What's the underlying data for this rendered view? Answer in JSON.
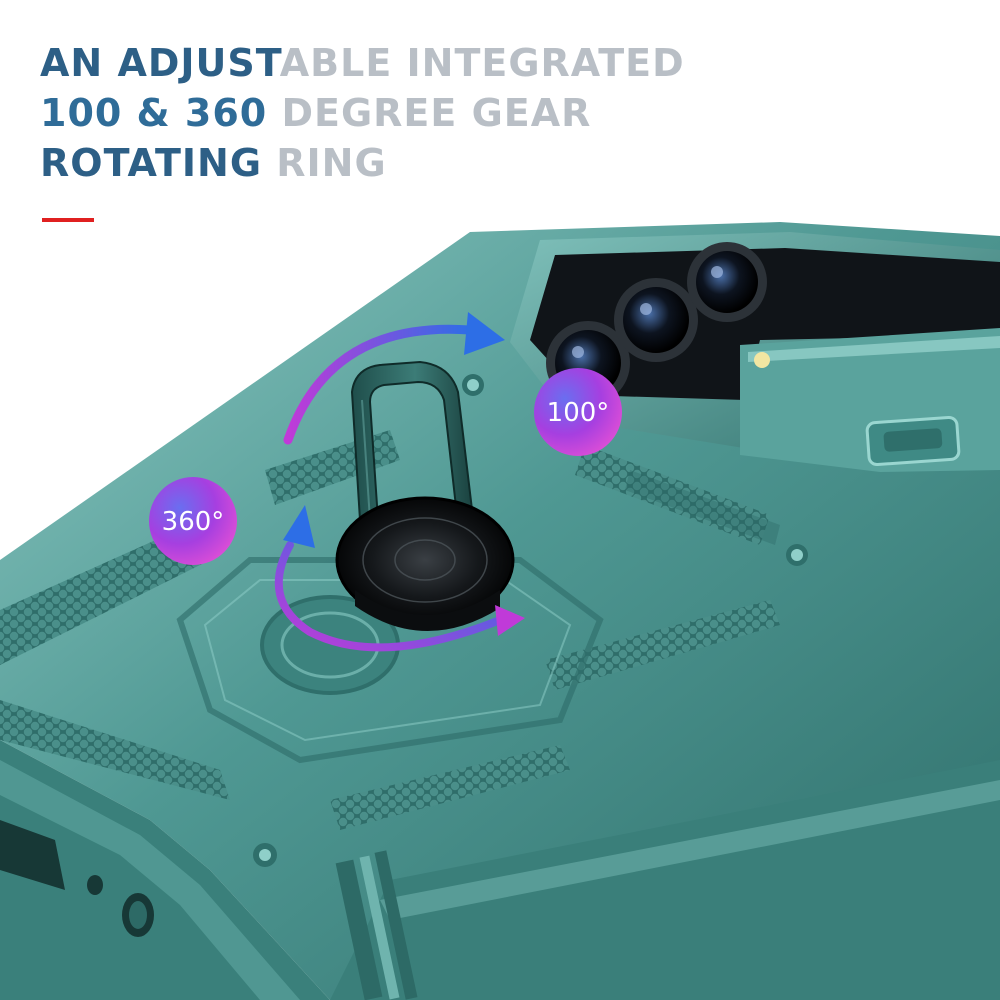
{
  "headline": {
    "line1_a": "AN ADJUST",
    "line1_b": "ABLE INTEGRATED",
    "line2_a": "100 & 360 ",
    "line2_b": "DEGREE GEAR",
    "line3_a": "ROTATING ",
    "line3_b": "RING"
  },
  "badges": {
    "left": "360°",
    "right": "100°"
  },
  "colors": {
    "case_green": "#3f8e8a",
    "case_dark": "#2e6e6b",
    "accent_red": "#e02020",
    "headline_blue": "#2d5f86"
  }
}
